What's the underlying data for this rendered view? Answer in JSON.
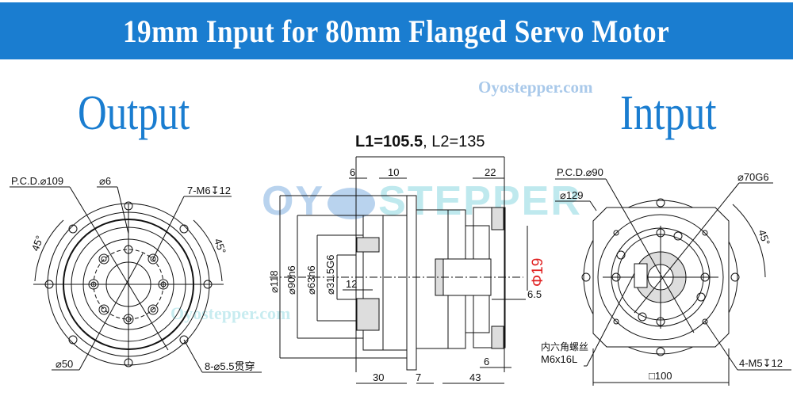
{
  "banner": {
    "title": "19mm Input for 80mm Flanged Servo Motor",
    "bg_color": "#1a7dd0"
  },
  "labels": {
    "output": "Output",
    "input": "Intput"
  },
  "watermarks": {
    "site_top": "Oyostepper.com",
    "site_mid": "Oyostepper.com",
    "logo_left": "OY",
    "logo_right": "STEPPER"
  },
  "side_view": {
    "lengths_prefix": "L1=105.5",
    "lengths_suffix": ", L2=135",
    "dims": {
      "d6": "6",
      "d10": "10",
      "d22": "22",
      "dia118": "⌀118",
      "dia90": "⌀90h6",
      "dia63": "⌀63h6",
      "dia315": "⌀31.5G6",
      "d12": "12",
      "d19": "Φ19",
      "d65": "6.5",
      "b30": "30",
      "b7": "7",
      "b43": "43",
      "b6": "6"
    },
    "accent_color": "#e02020"
  },
  "output_view": {
    "pcd": "P.C.D.⌀109",
    "dia6": "⌀6",
    "tap": "7-M6↧12",
    "angle_left": "45°",
    "angle_right": "45°",
    "dia50": "⌀50",
    "holes": "8-⌀5.5贯穿"
  },
  "input_view": {
    "pcd": "P.C.D.⌀90",
    "dia70": "⌀70G6",
    "dia129": "⌀129",
    "angle": "45°",
    "screw_cn": "内六角螺丝",
    "screw": "M6x16L",
    "tap": "4-M5↧12",
    "square": "□100"
  }
}
